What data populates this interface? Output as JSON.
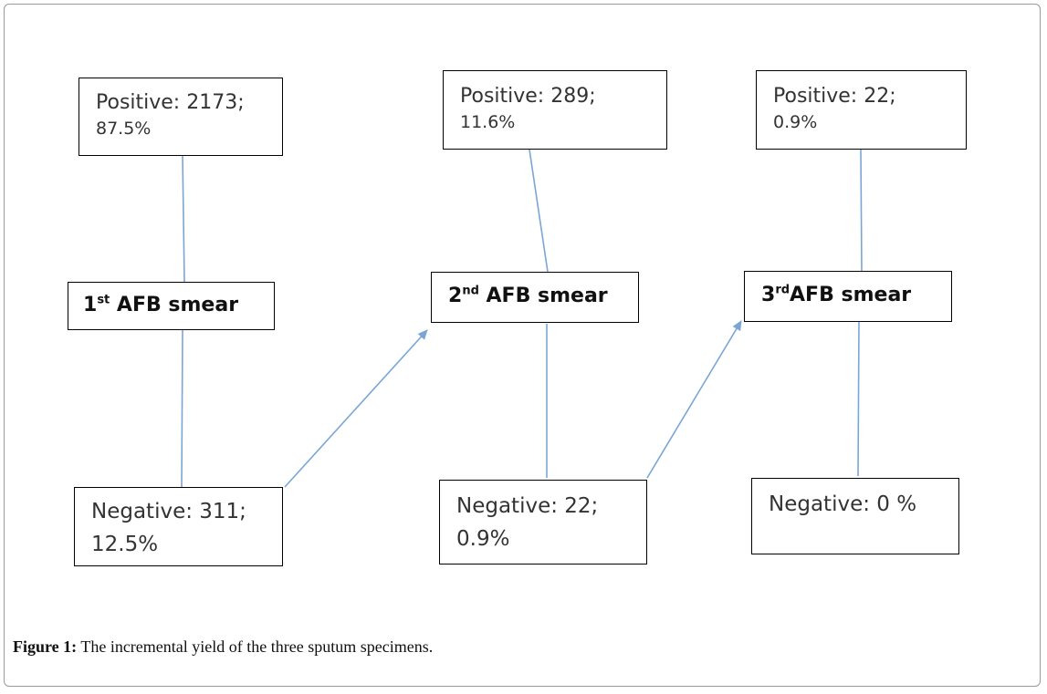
{
  "nodes": {
    "pos1": {
      "line1": "Positive: 2173;",
      "line2": "87.5%"
    },
    "pos2": {
      "line1": "Positive: 289;",
      "line2": "11.6%"
    },
    "pos3": {
      "line1": "Positive: 22;",
      "line2": "0.9%"
    },
    "smear1": {
      "num": "1",
      "sup": "st",
      "text": " AFB smear"
    },
    "smear2": {
      "num": "2",
      "sup": "nd",
      "text": " AFB smear"
    },
    "smear3": {
      "num": "3",
      "sup": "rd",
      "text": "AFB smear"
    },
    "neg1": {
      "line1": "Negative: 311;",
      "line2": "12.5%"
    },
    "neg2": {
      "line1": "Negative: 22;",
      "line2": "0.9%"
    },
    "neg3": {
      "line1": "Negative: 0 %",
      "line2": ""
    }
  },
  "caption": {
    "label": "Figure 1:",
    "text": " The incremental yield of the three sputum specimens."
  },
  "colors": {
    "connector": "#7aa6d6",
    "border": "#000000"
  }
}
